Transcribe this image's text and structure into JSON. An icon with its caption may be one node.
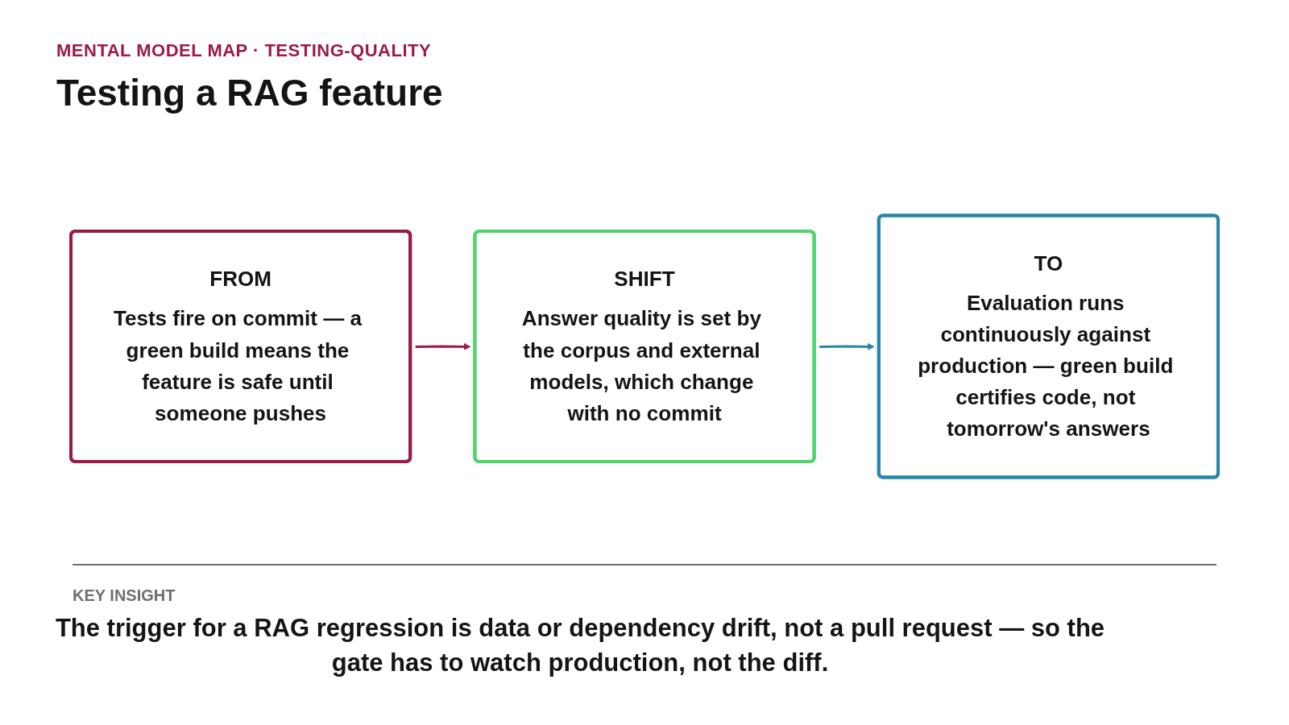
{
  "diagram": {
    "title": "Testing a RAG feature",
    "nodes": [
      {
        "text": [
          "FROM",
          "Tests fire on commit — a green build means the feature is safe until someone pushes"
        ]
      },
      {
        "text": [
          "SHIFT",
          "Answer quality is set by the corpus and external models, which change with no commit"
        ]
      },
      {
        "text": [
          "TO",
          "Evaluation runs continuously against production — green build certifies code, not tomorrow's answers"
        ]
      }
    ],
    "edges": [
      {
        "from": 0,
        "to": 1,
        "arrow": "to",
        "color": "#9b1b45"
      },
      {
        "from": 1,
        "to": 2,
        "arrow": "to",
        "color": "#2a86a8"
      }
    ],
    "labels": [
      "MENTAL MODEL MAP · TESTING-QUALITY",
      "KEY INSIGHT",
      "The trigger for a RAG regression is data or dependency drift, not a pull request — so the gate has to watch production, not the diff."
    ]
  }
}
